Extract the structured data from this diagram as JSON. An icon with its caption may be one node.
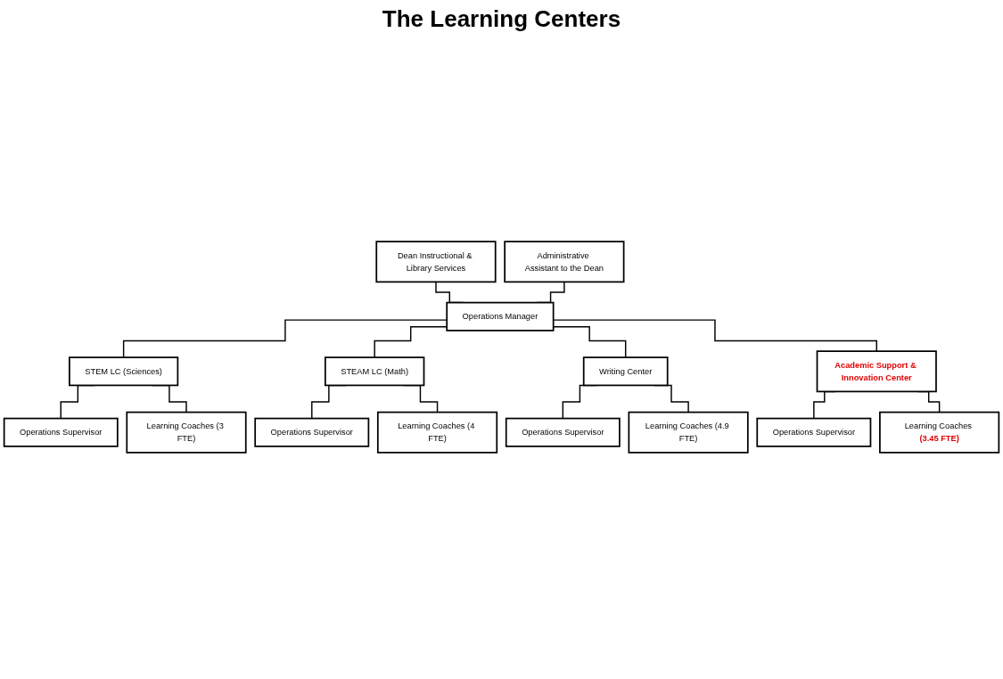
{
  "diagram": {
    "title": "The Learning Centers",
    "nodes": [
      {
        "text": [
          "Dean Instructional & Library Services"
        ]
      },
      {
        "text": [
          "Administrative Assistant to the Dean"
        ]
      },
      {
        "text": [
          "Operations Manager"
        ]
      },
      {
        "text": [
          "STEM LC (Sciences)"
        ]
      },
      {
        "text": [
          "STEAM LC (Math)"
        ]
      },
      {
        "text": [
          "Writing Center"
        ]
      },
      {
        "text": [
          "Academic Support & Innovation Center"
        ]
      },
      {
        "text": [
          "Operations Supervisor"
        ]
      },
      {
        "text": [
          "Learning Coaches (3 FTE)"
        ]
      },
      {
        "text": [
          "Operations Supervisor"
        ]
      },
      {
        "text": [
          "Learning Coaches (4 FTE)"
        ]
      },
      {
        "text": [
          "Operations Supervisor"
        ]
      },
      {
        "text": [
          "Learning Coaches (4.9 FTE)"
        ]
      },
      {
        "text": [
          "Operations Supervisor"
        ]
      },
      {
        "text": [
          "Learning Coaches **(3.45 FTE)**"
        ]
      }
    ],
    "edges": [
      {
        "from": 0,
        "to": 2,
        "arrow": "none"
      },
      {
        "from": 1,
        "to": 2,
        "arrow": "none"
      },
      {
        "from": 2,
        "to": 3,
        "arrow": "none"
      },
      {
        "from": 2,
        "to": 4,
        "arrow": "none"
      },
      {
        "from": 2,
        "to": 5,
        "arrow": "none"
      },
      {
        "from": 2,
        "to": 6,
        "arrow": "none"
      },
      {
        "from": 3,
        "to": 7,
        "arrow": "none"
      },
      {
        "from": 3,
        "to": 8,
        "arrow": "none"
      },
      {
        "from": 4,
        "to": 9,
        "arrow": "none"
      },
      {
        "from": 4,
        "to": 10,
        "arrow": "none"
      },
      {
        "from": 5,
        "to": 11,
        "arrow": "none"
      },
      {
        "from": 5,
        "to": 12,
        "arrow": "none"
      },
      {
        "from": 6,
        "to": 13,
        "arrow": "none"
      },
      {
        "from": 6,
        "to": 14,
        "arrow": "none"
      }
    ]
  }
}
